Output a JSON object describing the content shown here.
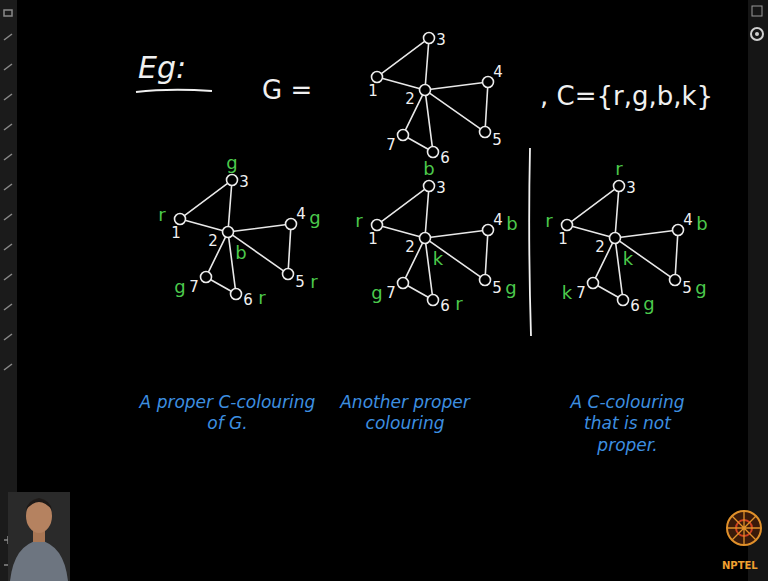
{
  "diagram": {
    "title": "Eg:",
    "nodes": [
      {
        "text": [
          "1"
        ]
      },
      {
        "text": [
          "2"
        ]
      },
      {
        "text": [
          "3"
        ]
      },
      {
        "text": [
          "4"
        ]
      },
      {
        "text": [
          "5"
        ]
      },
      {
        "text": [
          "6"
        ]
      },
      {
        "text": [
          "7"
        ]
      },
      {
        "text": [
          "1",
          "r"
        ]
      },
      {
        "text": [
          "2",
          "b"
        ]
      },
      {
        "text": [
          "3",
          "g"
        ]
      },
      {
        "text": [
          "4",
          "g"
        ]
      },
      {
        "text": [
          "5",
          "r"
        ]
      },
      {
        "text": [
          "6",
          "r"
        ]
      },
      {
        "text": [
          "7",
          "g"
        ]
      },
      {
        "text": [
          "1",
          "r"
        ]
      },
      {
        "text": [
          "2",
          "k"
        ]
      },
      {
        "text": [
          "3",
          "b"
        ]
      },
      {
        "text": [
          "4",
          "b"
        ]
      },
      {
        "text": [
          "5",
          "g"
        ]
      },
      {
        "text": [
          "6",
          "r"
        ]
      },
      {
        "text": [
          "7",
          "g"
        ]
      },
      {
        "text": [
          "1",
          "r"
        ]
      },
      {
        "text": [
          "2",
          "k"
        ]
      },
      {
        "text": [
          "3",
          "r"
        ]
      },
      {
        "text": [
          "4",
          "b"
        ]
      },
      {
        "text": [
          "5",
          "g"
        ]
      },
      {
        "text": [
          "6",
          "g"
        ]
      },
      {
        "text": [
          "7",
          "k"
        ]
      }
    ],
    "edges": [
      {
        "from": 0,
        "to": 1,
        "arrow": "none"
      },
      {
        "from": 0,
        "to": 2,
        "arrow": "none"
      },
      {
        "from": 1,
        "to": 2,
        "arrow": "none"
      },
      {
        "from": 1,
        "to": 3,
        "arrow": "none"
      },
      {
        "from": 1,
        "to": 4,
        "arrow": "none"
      },
      {
        "from": 3,
        "to": 4,
        "arrow": "none"
      },
      {
        "from": 1,
        "to": 5,
        "arrow": "none"
      },
      {
        "from": 1,
        "to": 6,
        "arrow": "none"
      },
      {
        "from": 5,
        "to": 6,
        "arrow": "none"
      },
      {
        "from": 7,
        "to": 8,
        "arrow": "none"
      },
      {
        "from": 7,
        "to": 9,
        "arrow": "none"
      },
      {
        "from": 8,
        "to": 9,
        "arrow": "none"
      },
      {
        "from": 8,
        "to": 10,
        "arrow": "none"
      },
      {
        "from": 8,
        "to": 11,
        "arrow": "none"
      },
      {
        "from": 10,
        "to": 11,
        "arrow": "none"
      },
      {
        "from": 8,
        "to": 12,
        "arrow": "none"
      },
      {
        "from": 8,
        "to": 13,
        "arrow": "none"
      },
      {
        "from": 12,
        "to": 13,
        "arrow": "none"
      },
      {
        "from": 14,
        "to": 15,
        "arrow": "none"
      },
      {
        "from": 14,
        "to": 16,
        "arrow": "none"
      },
      {
        "from": 15,
        "to": 16,
        "arrow": "none"
      },
      {
        "from": 15,
        "to": 17,
        "arrow": "none"
      },
      {
        "from": 15,
        "to": 18,
        "arrow": "none"
      },
      {
        "from": 17,
        "to": 18,
        "arrow": "none"
      },
      {
        "from": 15,
        "to": 19,
        "arrow": "none"
      },
      {
        "from": 15,
        "to": 20,
        "arrow": "none"
      },
      {
        "from": 19,
        "to": 20,
        "arrow": "none"
      },
      {
        "from": 21,
        "to": 22,
        "arrow": "none"
      },
      {
        "from": 21,
        "to": 23,
        "arrow": "none"
      },
      {
        "from": 22,
        "to": 23,
        "arrow": "none"
      },
      {
        "from": 22,
        "to": 24,
        "arrow": "none"
      },
      {
        "from": 22,
        "to": 25,
        "arrow": "none"
      },
      {
        "from": 24,
        "to": 25,
        "arrow": "none"
      },
      {
        "from": 22,
        "to": 26,
        "arrow": "none"
      },
      {
        "from": 22,
        "to": 27,
        "arrow": "none"
      },
      {
        "from": 26,
        "to": 27,
        "arrow": "none"
      }
    ],
    "labels": [
      "G =",
      ", C={r,g,b,k}",
      "A proper C-colouring of G.",
      "Another proper colouring",
      "A C-colouring that is not proper.",
      "NPTEL"
    ]
  }
}
